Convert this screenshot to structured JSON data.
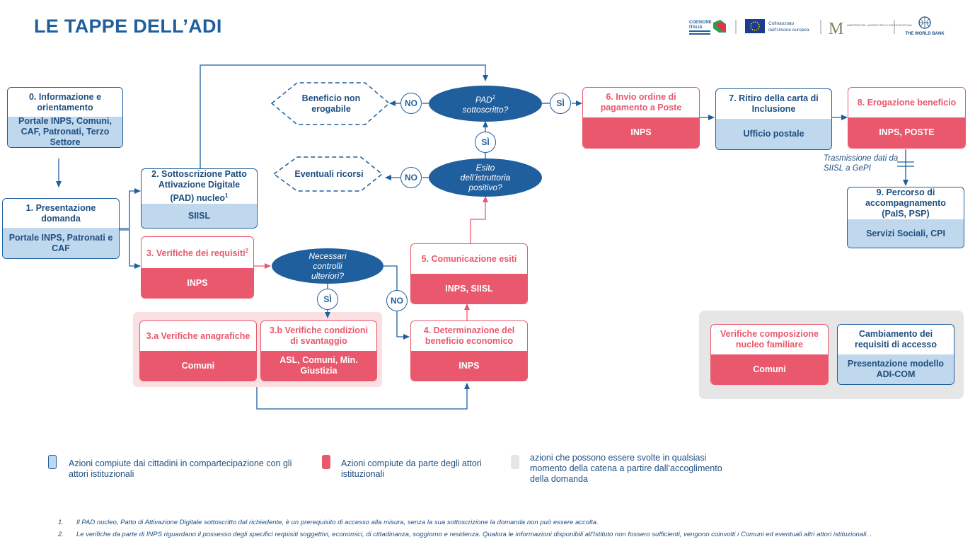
{
  "title": "LE TAPPE DELL’ADI",
  "logos": {
    "coesione_line1": "COESIONE",
    "coesione_line2": "ITALIA",
    "eu_text_line1": "Cofinanziato",
    "eu_text_line2": "dall'Unione europea",
    "ministry_letter": "M",
    "ministry_text": "MINISTERO DEL LAVORO E DELLE POLITICHE SOCIALI",
    "worldbank": "THE WORLD BANK"
  },
  "boxes": {
    "b0": {
      "top": "0. Informazione e orientamento",
      "bottom": "Portale INPS, Comuni, CAF, Patronati, Terzo Settore"
    },
    "b1": {
      "top": "1. Presentazione domanda",
      "bottom": "Portale INPS, Patronati e CAF"
    },
    "b2": {
      "top": "2. Sottoscrizione Patto Attivazione Digitale  (PAD) nucleo",
      "sup": "1",
      "bottom": "SIISL"
    },
    "b3": {
      "top": "3. Verifiche dei requisiti",
      "sup": "2",
      "bottom": "INPS"
    },
    "b3a": {
      "top": "3.a Verifiche anagrafiche",
      "bottom": "Comuni"
    },
    "b3b": {
      "top": "3.b Verifiche condizioni di svantaggio",
      "bottom": "ASL, Comuni, Min. Giustizia"
    },
    "b4": {
      "top": "4. Determinazione del beneficio economico",
      "bottom": "INPS"
    },
    "b5": {
      "top": "5. Comunicazione esiti",
      "bottom": "INPS, SIISL"
    },
    "b6": {
      "top": "6. Invio ordine di pagamento a Poste",
      "bottom": "INPS"
    },
    "b7": {
      "top": "7. Ritiro della carta di Inclusione",
      "bottom": "Ufficio postale"
    },
    "b8": {
      "top": "8. Erogazione beneficio",
      "bottom": "INPS, POSTE"
    },
    "b9": {
      "top": "9. Percorso di accompagnamento (PaIS, PSP)",
      "bottom": "Servizi Sociali, CPI"
    },
    "bgrey1": {
      "top": "Verifiche composizione nucleo familiare",
      "bottom": "Comuni"
    },
    "bgrey2": {
      "top": "Cambiamento dei requisiti di accesso",
      "bottom": "Presentazione modello ADI-COM"
    }
  },
  "decisions": {
    "pad": {
      "text": "PAD",
      "sup": "1",
      "text2": "sottoscritto?"
    },
    "esito": "Esito dell’istruttoria positivo?",
    "controlli": "Necessari controlli ulteriori?"
  },
  "diamonds": {
    "beneficio": "Beneficio non erogabile",
    "ricorsi": "Eventuali ricorsi"
  },
  "answers": {
    "no": "NO",
    "si": "SÌ"
  },
  "note_trasmissione": "Trasmissione dati da SIISL a GePI",
  "legend": [
    {
      "text": "Azioni compiute dai cittadini in compartecipazione con gli attori istituzionali",
      "color": "#bfd8ee"
    },
    {
      "text": "Azioni compiute da parte degli attori istituzionali",
      "color": "#e9586c"
    },
    {
      "text": "azioni che possono essere svolte  in qualsiasi momento della catena a partire dall’accoglimento della domanda",
      "color": "#e6e6e6"
    }
  ],
  "footnotes": [
    {
      "num": "1.",
      "text": "Il PAD nucleo, Patto di Attivazione Digitale sottoscritto dal richiedente, è un prerequisito di accesso alla misura, senza la sua sottoscrizione la domanda non può essere accolta."
    },
    {
      "num": "2.",
      "text": "Le verifiche da parte di INPS riguardano il possesso degli specifici requisiti soggettivi, economici, di cittadinanza, soggiorno e residenza. Qualora le informazioni disponibili all’Istituto non fossero sufficienti, vengono coinvolti i Comuni ed eventuali altri attori istituzionali. ."
    }
  ],
  "colors": {
    "blue": "#1f5f9e",
    "red": "#e9586c",
    "lightblue": "#bfd8ee",
    "grey": "#e6e6e6",
    "pink": "#fbe0e3"
  }
}
